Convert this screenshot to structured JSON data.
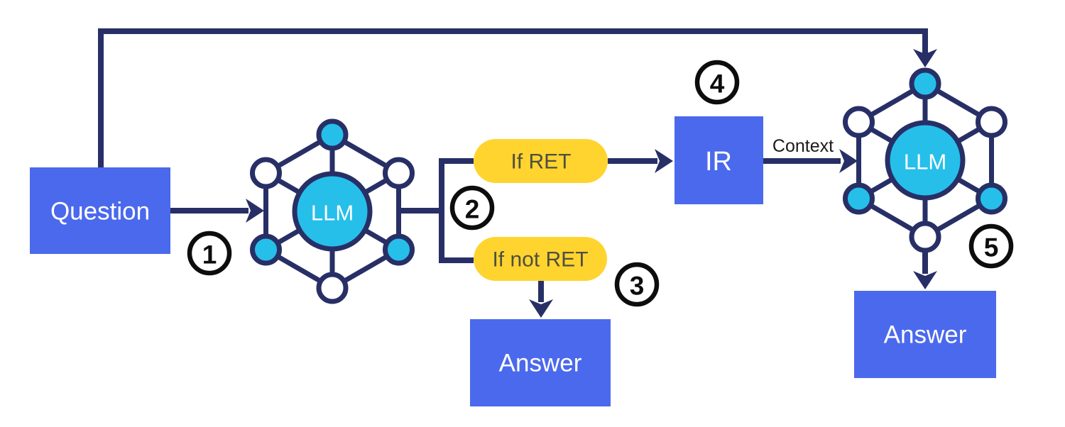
{
  "diagram": {
    "nodes": {
      "question": {
        "label": "Question"
      },
      "llm_router": {
        "label": "LLM"
      },
      "ir": {
        "label": "IR"
      },
      "llm_answerer": {
        "label": "LLM"
      },
      "answer_direct": {
        "label": "Answer"
      },
      "answer_final": {
        "label": "Answer"
      }
    },
    "branches": {
      "if_ret": {
        "label": "If RET"
      },
      "if_not_ret": {
        "label": "If not RET"
      }
    },
    "edge_labels": {
      "context": "Context"
    },
    "steps": [
      "1",
      "2",
      "3",
      "4",
      "5"
    ],
    "colors": {
      "box-blue": "#4B69EC",
      "pill-yellow": "#FFD42F",
      "node-cyan": "#25BFEA",
      "line-navy": "#272F66",
      "pill-text": "#4E4E42",
      "badge-black": "#0D0D0D",
      "label-black": "#1B1B1B",
      "text-white": "#FFFFFF"
    }
  }
}
